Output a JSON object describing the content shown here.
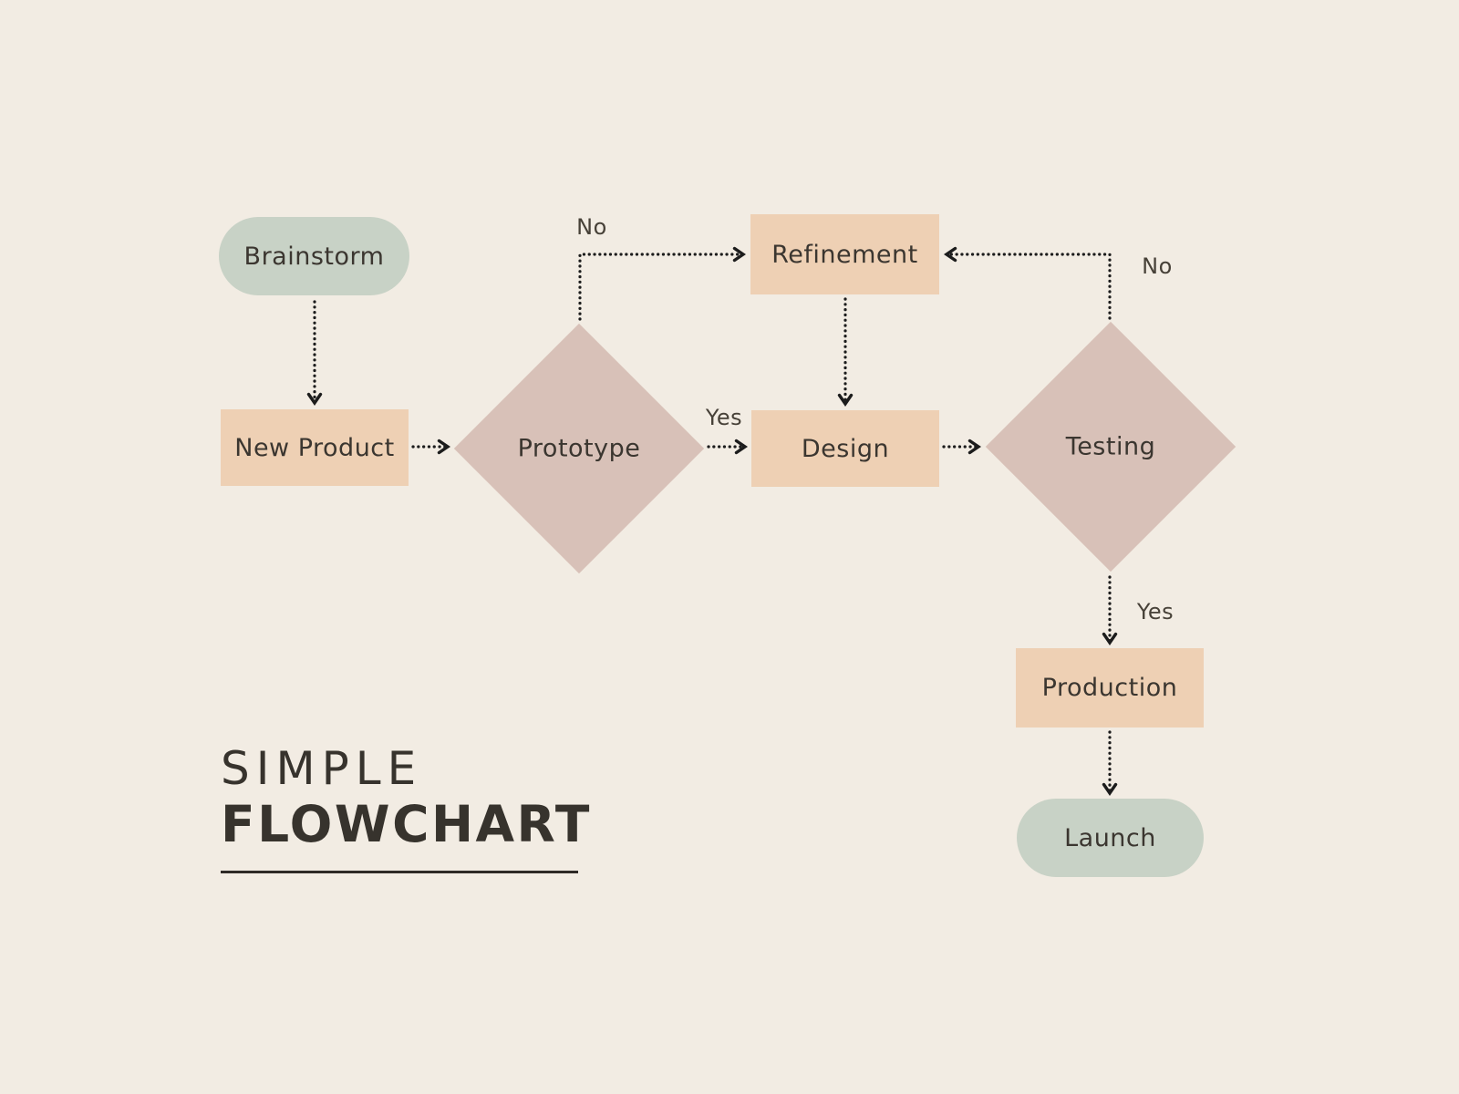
{
  "title": {
    "line1": "SIMPLE",
    "line2": "FLOWCHART"
  },
  "nodes": {
    "brainstorm": "Brainstorm",
    "new_product": "New Product",
    "prototype": "Prototype",
    "refinement": "Refinement",
    "design": "Design",
    "testing": "Testing",
    "production": "Production",
    "launch": "Launch"
  },
  "edge_labels": {
    "prototype_no": "No",
    "prototype_yes": "Yes",
    "testing_no": "No",
    "testing_yes": "Yes"
  },
  "edges": [
    {
      "from": "Brainstorm",
      "to": "New Product",
      "label": ""
    },
    {
      "from": "New Product",
      "to": "Prototype",
      "label": ""
    },
    {
      "from": "Prototype",
      "to": "Refinement",
      "label": "No"
    },
    {
      "from": "Prototype",
      "to": "Design",
      "label": "Yes"
    },
    {
      "from": "Refinement",
      "to": "Design",
      "label": ""
    },
    {
      "from": "Design",
      "to": "Testing",
      "label": ""
    },
    {
      "from": "Testing",
      "to": "Refinement",
      "label": "No"
    },
    {
      "from": "Testing",
      "to": "Production",
      "label": "Yes"
    },
    {
      "from": "Production",
      "to": "Launch",
      "label": ""
    }
  ],
  "colors": {
    "background": "#f2ece3",
    "terminal_fill": "#c8d2c6",
    "process_fill": "#eed0b4",
    "decision_fill": "#d8c1b8",
    "connector": "#1c1c1c",
    "node_text": "#3b3630",
    "title_text": "#37332d"
  }
}
